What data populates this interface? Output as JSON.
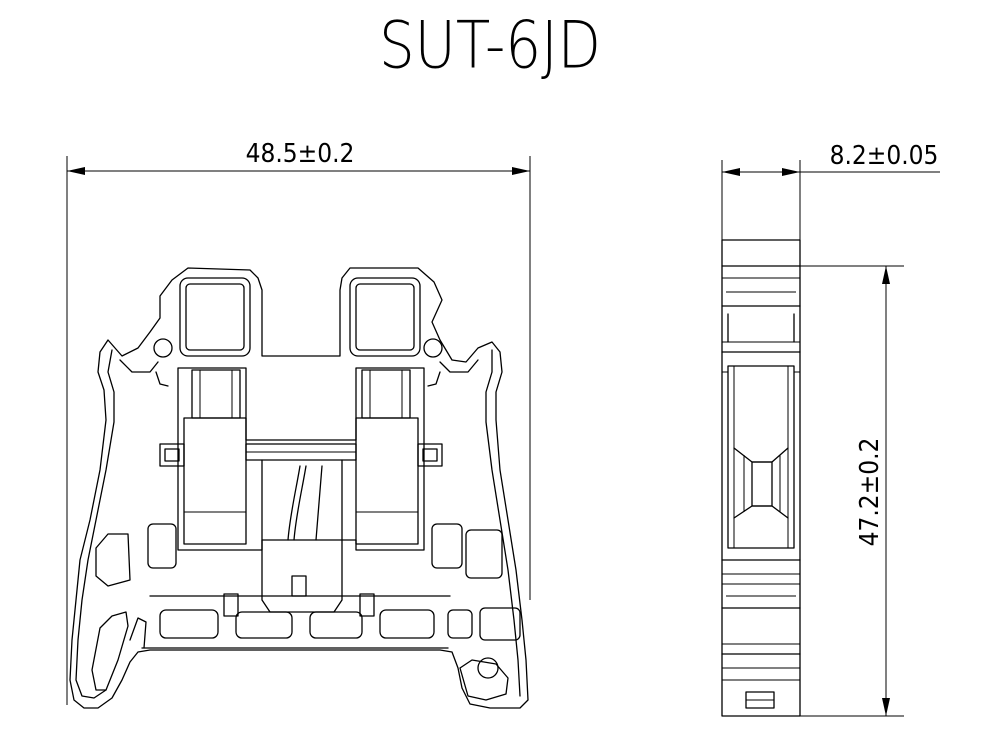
{
  "title": "SUT-6JD",
  "dimensions": {
    "front_width": "48.5±0.2",
    "side_width": "8.2±0.05",
    "height": "47.2±0.2"
  }
}
